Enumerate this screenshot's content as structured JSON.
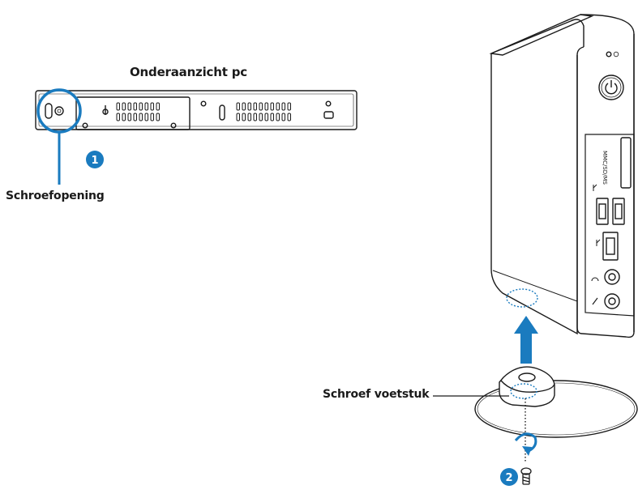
{
  "labels": {
    "bottom_view": "Onderaanzicht pc",
    "screw_hole": "Schroefopening",
    "stand_screw": "Schroef voetstuk"
  },
  "steps": {
    "step1": "1",
    "step2": "2"
  },
  "port_labels": {
    "card_reader": "MMC/SD/MS"
  },
  "colors": {
    "accent": "#1a7bbf",
    "outline": "#1a1a1a",
    "arrow": "#1a7bbf"
  }
}
